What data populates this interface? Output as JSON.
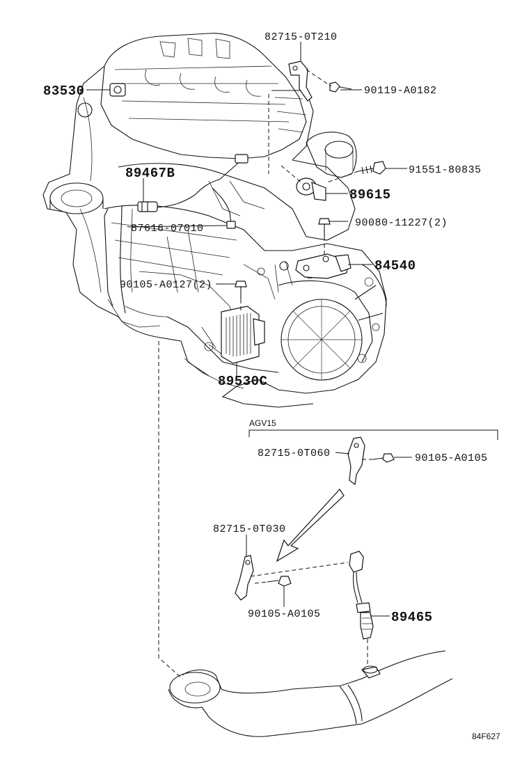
{
  "labels": {
    "p82715_0T210": "82715-0T210",
    "p90119_A0182": "90119-A0182",
    "p83530": "83530",
    "p89467B": "89467B",
    "p91551_80835": "91551-80835",
    "p89615": "89615",
    "p87616_07010": "87616-07010",
    "p90080_11227": "90080-11227(2)",
    "p84540": "84540",
    "p90105_A0127": "90105-A0127(2)",
    "p89530C": "89530C",
    "agv15": "AGV15",
    "p82715_0T060": "82715-0T060",
    "p90105_A0105_top": "90105-A0105",
    "p82715_0T030": "82715-0T030",
    "p90105_A0105_bottom": "90105-A0105",
    "p89465": "89465",
    "figure_code": "84F627"
  }
}
